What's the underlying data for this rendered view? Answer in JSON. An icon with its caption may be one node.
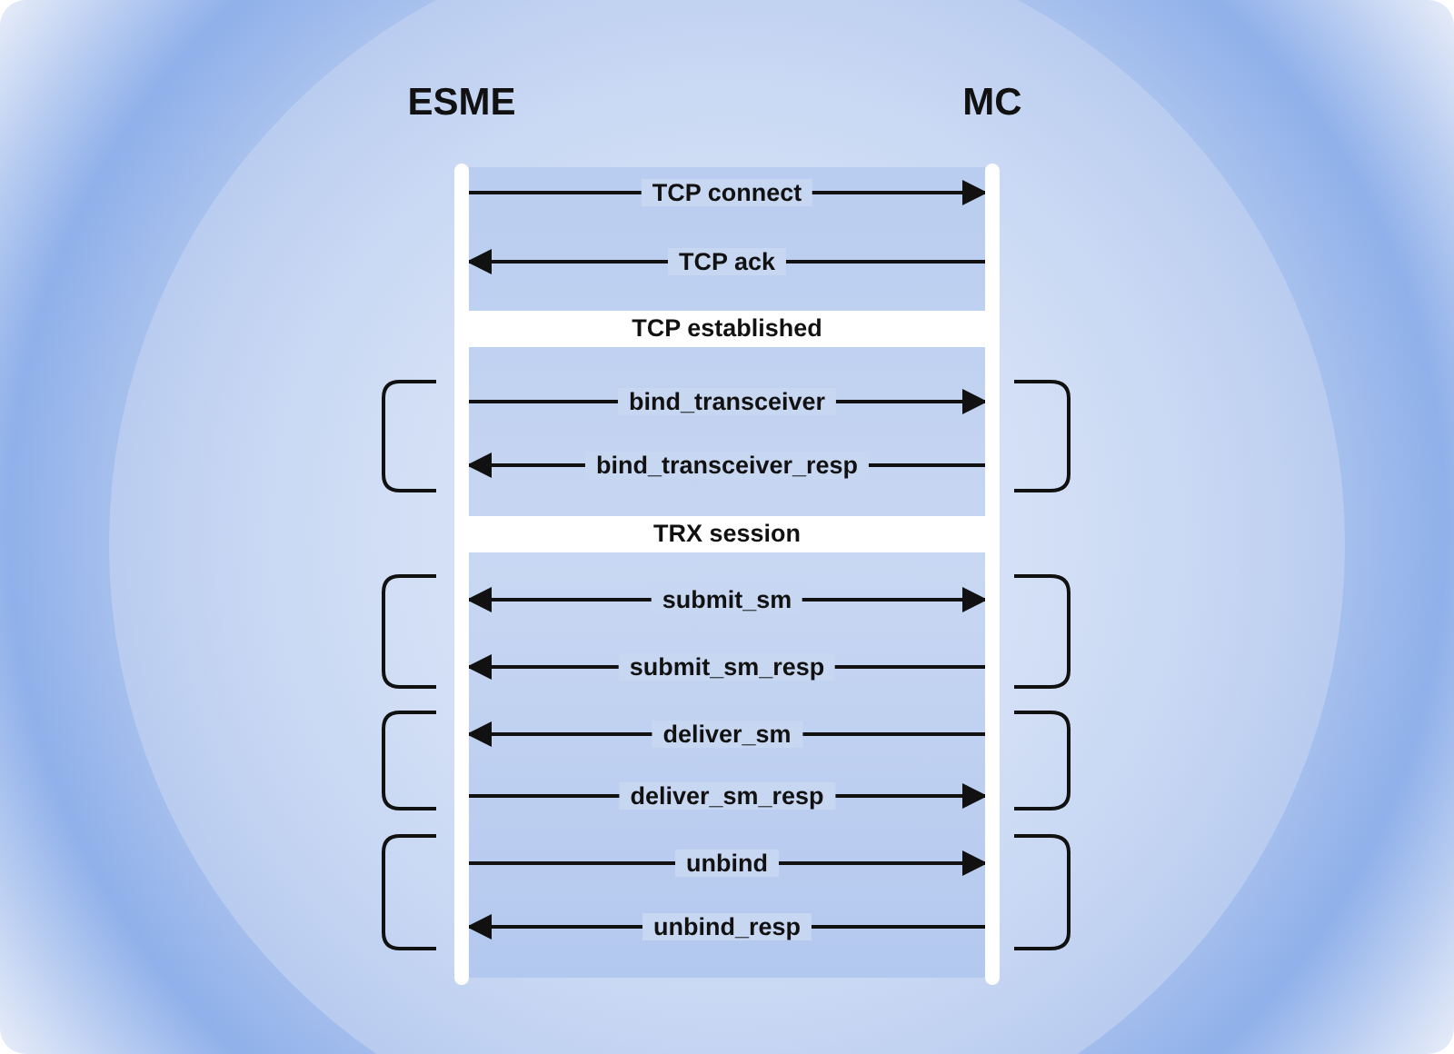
{
  "diagram": {
    "nodes": [
      {
        "text": [
          "ESME"
        ]
      },
      {
        "text": [
          "MC"
        ]
      }
    ],
    "edges": [
      {
        "from": 0,
        "to": 1,
        "arrow": "to",
        "label": "TCP connect"
      },
      {
        "from": 1,
        "to": 0,
        "arrow": "to",
        "label": "TCP ack"
      },
      {
        "from": 0,
        "to": 1,
        "arrow": "to",
        "label": "bind_transceiver"
      },
      {
        "from": 1,
        "to": 0,
        "arrow": "to",
        "label": "bind_transceiver_resp"
      },
      {
        "from": 0,
        "to": 1,
        "arrow": "both",
        "label": "submit_sm"
      },
      {
        "from": 1,
        "to": 0,
        "arrow": "to",
        "label": "submit_sm_resp"
      },
      {
        "from": 1,
        "to": 0,
        "arrow": "to",
        "label": "deliver_sm"
      },
      {
        "from": 0,
        "to": 1,
        "arrow": "to",
        "label": "deliver_sm_resp"
      },
      {
        "from": 0,
        "to": 1,
        "arrow": "to",
        "label": "unbind"
      },
      {
        "from": 1,
        "to": 0,
        "arrow": "to",
        "label": "unbind_resp"
      }
    ],
    "labels": [
      "TCP established",
      "TRX session"
    ]
  }
}
